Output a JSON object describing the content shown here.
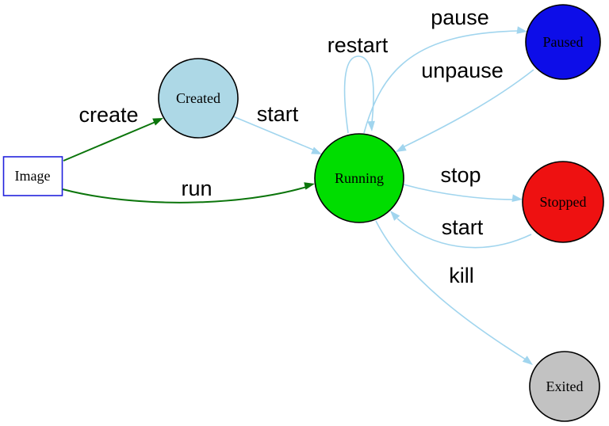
{
  "diagram": {
    "background": "#ffffff",
    "nodes": {
      "image": {
        "label": "Image",
        "shape": "rectangle",
        "fill": "#ffffff",
        "border": "#2222dd"
      },
      "created": {
        "label": "Created",
        "shape": "circle",
        "fill": "#add8e6",
        "border": "#000000"
      },
      "running": {
        "label": "Running",
        "shape": "circle",
        "fill": "#00dd00",
        "border": "#000000"
      },
      "paused": {
        "label": "Paused",
        "shape": "circle",
        "fill": "#0d0de8",
        "border": "#000000"
      },
      "stopped": {
        "label": "Stopped",
        "shape": "circle",
        "fill": "#ee1111",
        "border": "#000000"
      },
      "exited": {
        "label": "Exited",
        "shape": "circle",
        "fill": "#c2c2c2",
        "border": "#000000"
      }
    },
    "edges": {
      "create": {
        "label": "create",
        "from": "Image",
        "to": "Created",
        "color": "#0b750b"
      },
      "run": {
        "label": "run",
        "from": "Image",
        "to": "Running",
        "color": "#0b750b"
      },
      "start_created": {
        "label": "start",
        "from": "Created",
        "to": "Running",
        "color": "#a1d5ee"
      },
      "restart": {
        "label": "restart",
        "from": "Running",
        "to": "Running",
        "color": "#a1d5ee"
      },
      "pause": {
        "label": "pause",
        "from": "Running",
        "to": "Paused",
        "color": "#a1d5ee"
      },
      "unpause": {
        "label": "unpause",
        "from": "Paused",
        "to": "Running",
        "color": "#a1d5ee"
      },
      "stop": {
        "label": "stop",
        "from": "Running",
        "to": "Stopped",
        "color": "#a1d5ee"
      },
      "start_stopped": {
        "label": "start",
        "from": "Stopped",
        "to": "Running",
        "color": "#a1d5ee"
      },
      "kill": {
        "label": "kill",
        "from": "Running",
        "to": "Exited",
        "color": "#a1d5ee"
      }
    }
  }
}
